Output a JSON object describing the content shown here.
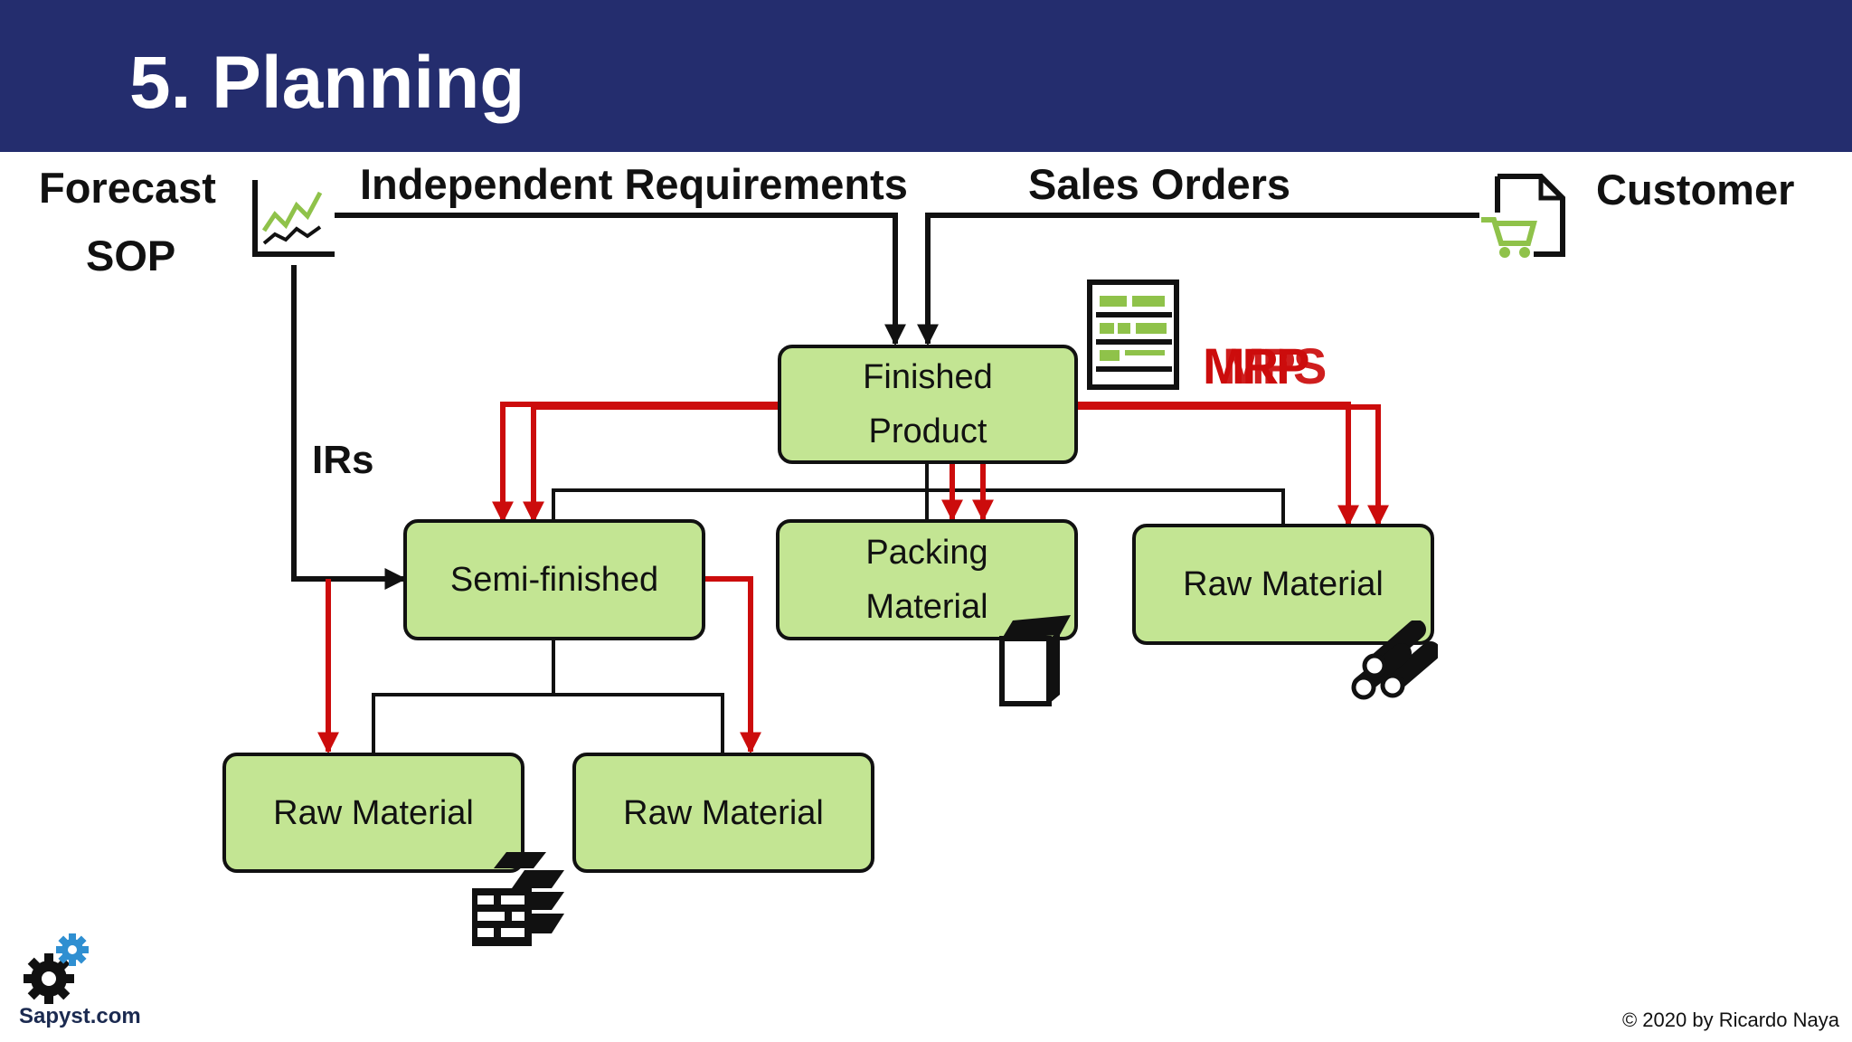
{
  "slide": {
    "title": "5. Planning"
  },
  "labels": {
    "forecast": "Forecast",
    "sop": "SOP",
    "independent_requirements": "Independent Requirements",
    "sales_orders": "Sales Orders",
    "customer": "Customer",
    "irs": "IRs",
    "mrp_overlay": "MRP",
    "mps_overlay": "MPS"
  },
  "boxes": {
    "finished_product": [
      "Finished",
      "Product"
    ],
    "semi_finished": [
      "Semi-finished"
    ],
    "packing_material": [
      "Packing",
      "Material"
    ],
    "raw_material_right": [
      "Raw Material"
    ],
    "raw_material_left": [
      "Raw Material"
    ],
    "raw_material_center": [
      "Raw Material"
    ]
  },
  "footer": {
    "logo_text": "Sapyst.com",
    "copyright": "© 2020 by Ricardo Naya"
  },
  "colors": {
    "header": "#242d6e",
    "box_fill": "#c3e593",
    "red_arrow": "#cc0c0c",
    "icon_green": "#8fc24a"
  },
  "icons": [
    "chart-icon",
    "cart-document-icon",
    "mps-list-icon",
    "packing-box-icon",
    "pipes-icon",
    "bricks-beams-icon",
    "gear-logo-icon"
  ]
}
